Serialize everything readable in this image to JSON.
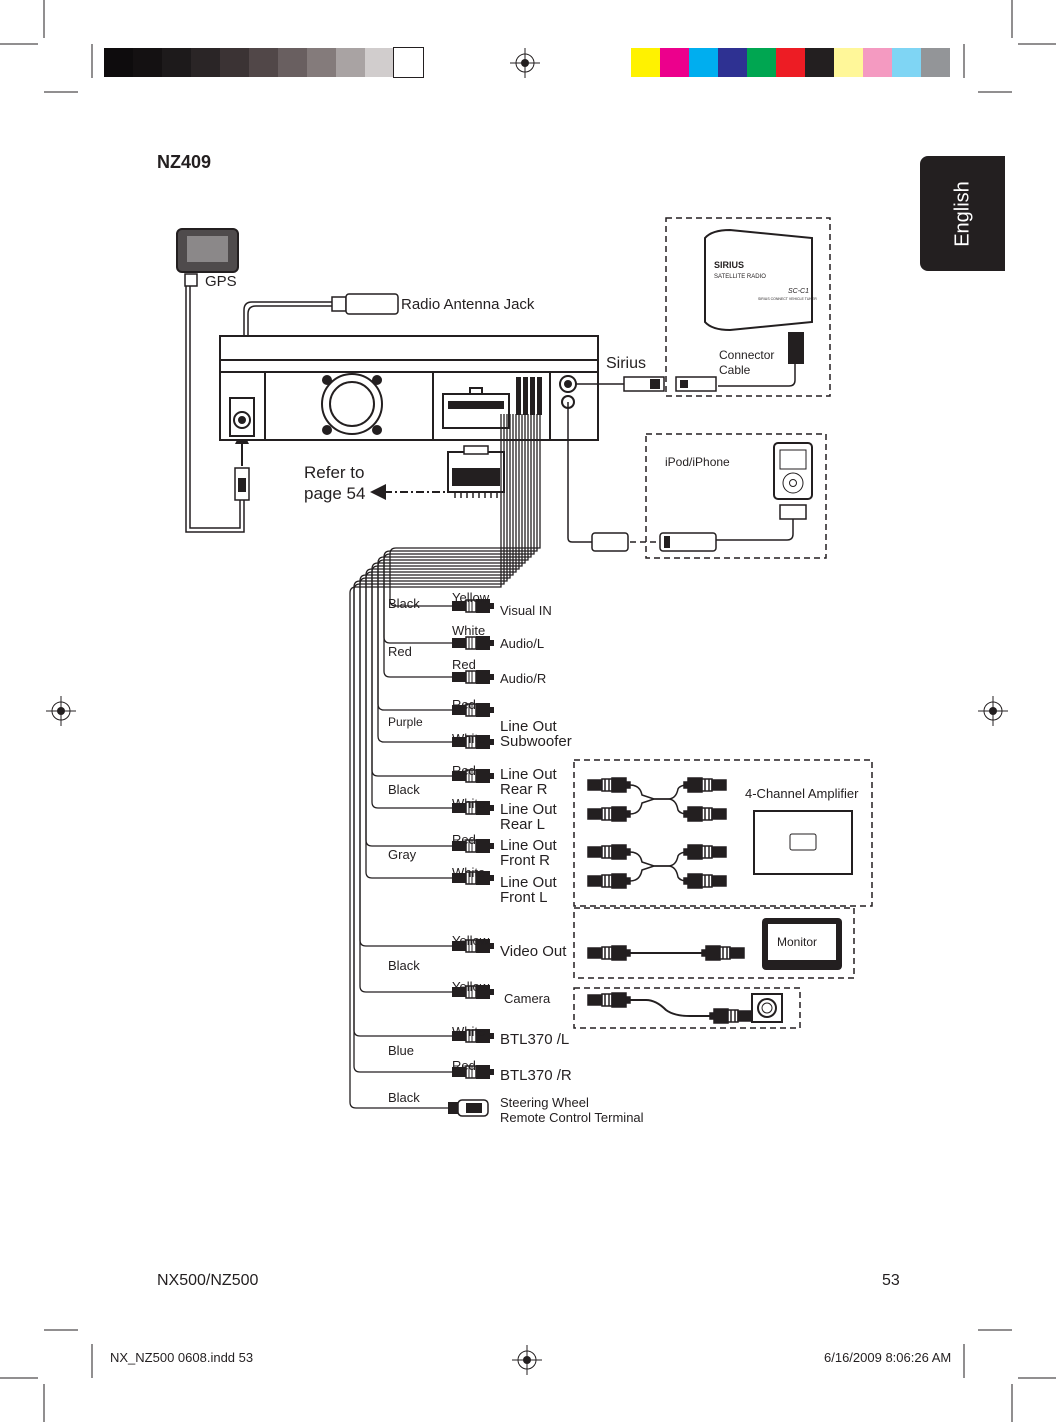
{
  "page": {
    "model_title": "NZ409",
    "tab_label": "English",
    "footer_left": "NX500/NZ500",
    "footer_right": "53",
    "slug_left": "NX_NZ500 0608.indd   53",
    "slug_right": "6/16/2009   8:06:26 AM"
  },
  "color_bars": {
    "grays": [
      "#0e0c0d",
      "#141112",
      "#1d1a1b",
      "#2a2526",
      "#3b3334",
      "#514748",
      "#695f60",
      "#847b7b",
      "#a9a3a3",
      "#d1cdcd",
      "#ffffff"
    ],
    "process": [
      "#fff200",
      "#ec008c",
      "#00aeef",
      "#2e3192",
      "#00a651",
      "#ed1c24",
      "#231f20",
      "#fff799",
      "#f49ac1",
      "#7fd5f4",
      "#939598"
    ]
  },
  "diagram": {
    "gps": "GPS",
    "radio_antenna": "Radio Antenna Jack",
    "refer_line1": "Refer to",
    "refer_line2": "page 54",
    "sirius": "Sirius",
    "connector_line1": "Connector",
    "connector_line2": "Cable",
    "sirius_brand": "SIRIUS",
    "sirius_sub": "SATELLITE RADIO",
    "sirius_model": "SC-C1",
    "sirius_small": "SIRIUS CONNECT VEHICLE TUNER",
    "ipod": "iPod/iPhone",
    "amplifier": "4-Channel Amplifier",
    "monitor": "Monitor",
    "groups": [
      {
        "wire": "Black",
        "plug": "Yellow",
        "func": "Visual IN"
      },
      {
        "wire": "Red",
        "plug1": "White",
        "func1": "Audio/L",
        "plug2": "Red",
        "func2": "Audio/R"
      },
      {
        "wire": "Purple",
        "plug1": "Red",
        "plug2": "White",
        "func_line1": "Line Out",
        "func_line2": "Subwoofer"
      },
      {
        "wire": "Black",
        "plug1": "Red",
        "func1_a": "Line Out",
        "func1_b": "Rear R",
        "plug2": "White",
        "func2_a": "Line Out",
        "func2_b": "Rear L"
      },
      {
        "wire": "Gray",
        "plug1": "Red",
        "func1_a": "Line Out",
        "func1_b": "Front R",
        "plug2": "White",
        "func2_a": "Line Out",
        "func2_b": "Front L"
      },
      {
        "wire": "Black",
        "plug1": "Yellow",
        "func1": "Video Out",
        "plug2": "Yellow",
        "func2": "Camera"
      },
      {
        "wire": "Blue",
        "plug1": "White",
        "func1": "BTL370 /L",
        "plug2": "Red",
        "func2": "BTL370 /R"
      },
      {
        "wire": "Black",
        "func_line1": "Steering Wheel",
        "func_line2": "Remote Control Terminal"
      }
    ]
  }
}
